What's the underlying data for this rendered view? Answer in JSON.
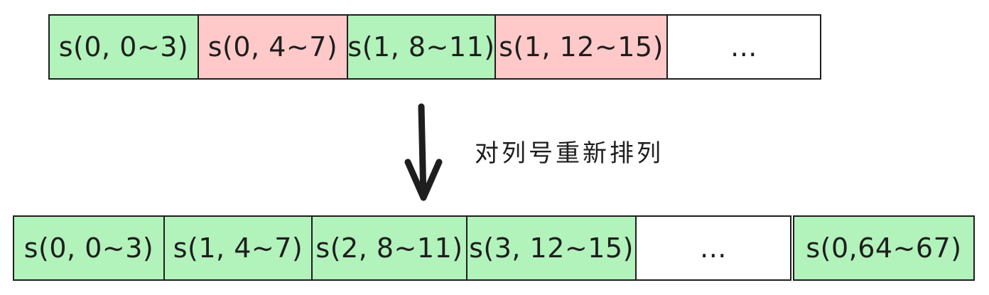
{
  "top_row": [
    {
      "label": "s(0, 0~3)",
      "color": "#b2f2bb"
    },
    {
      "label": "s(0, 4~7)",
      "color": "#ffc9c9"
    },
    {
      "label": "s(1, 8~11)",
      "color": "#b2f2bb"
    },
    {
      "label": "s(1, 12~15)",
      "color": "#ffc9c9"
    },
    {
      "label": "...",
      "color": "#ffffff"
    }
  ],
  "caption": "对列号重新排列",
  "bottom_row": [
    {
      "label": "s(0, 0~3)",
      "color": "#b2f2bb"
    },
    {
      "label": "s(1, 4~7)",
      "color": "#b2f2bb"
    },
    {
      "label": "s(2, 8~11)",
      "color": "#b2f2bb"
    },
    {
      "label": "s(3, 12~15)",
      "color": "#b2f2bb"
    },
    {
      "label": "...",
      "color": "#ffffff"
    },
    {
      "label": "s(0,64~67)",
      "color": "#b2f2bb"
    }
  ]
}
